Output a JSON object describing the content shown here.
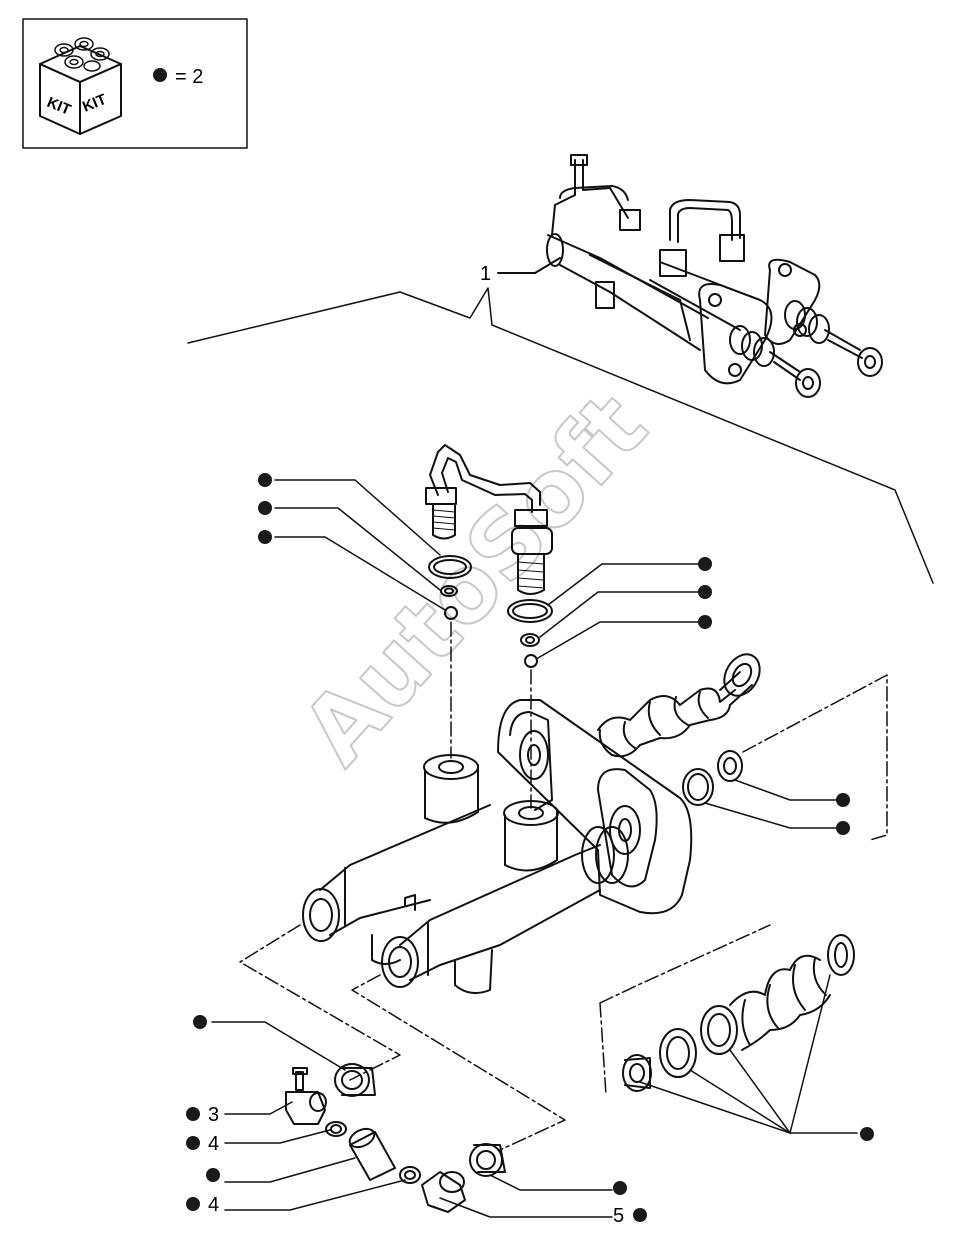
{
  "legend": {
    "kit_labels": [
      "KIT",
      "KIT"
    ],
    "equation": "= 2",
    "bullet_color": "#1a1a1a"
  },
  "watermark": "AutoSoft",
  "callouts": {
    "assembly": "1",
    "bleed_screw": "3",
    "clip_upper": "4",
    "clip_lower": "4",
    "fitting": "5"
  },
  "colors": {
    "line": "#111111",
    "background": "#ffffff",
    "watermark": "#c8c8c8"
  }
}
